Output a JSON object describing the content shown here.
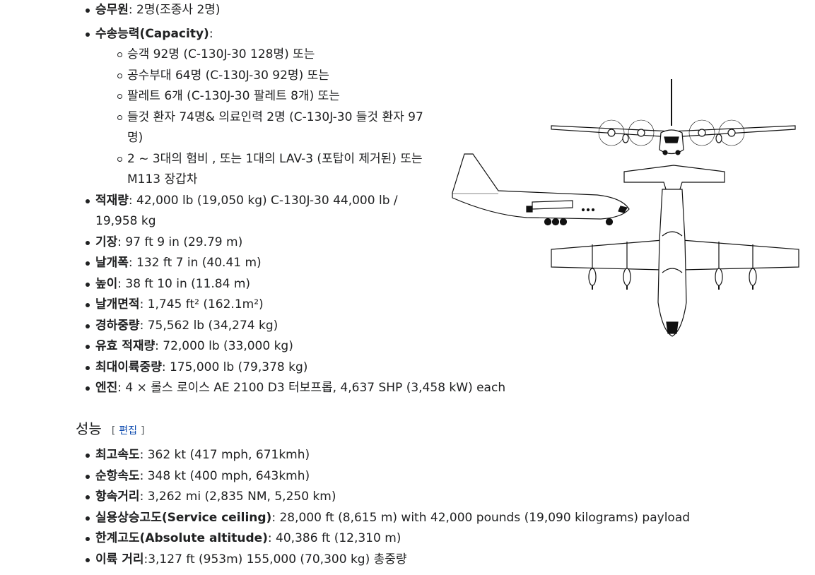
{
  "specs": {
    "crew": {
      "label": "승무원",
      "value": ": 2명(조종사 2명)"
    },
    "capacity": {
      "label": "수송능력(Capacity)",
      "value": ":"
    },
    "capacity_items": [
      "승객 92명 (C-130J-30 128명) 또는",
      "공수부대 64명 (C-130J-30 92명) 또는",
      "팔레트 6개 (C-130J-30 팔레트 8개) 또는",
      "들것 환자 74명& 의료인력 2명 (C-130J-30 들것 환자 97 명)",
      "2 ~ 3대의 험비 , 또는 1대의 LAV-3 (포탑이 제거된) 또는 M113 장갑차"
    ],
    "payload": {
      "label": "적재량",
      "value": ": 42,000 lb (19,050 kg) C-130J-30 44,000 lb / 19,958 kg"
    },
    "length": {
      "label": "기장",
      "value": ": 97 ft 9 in (29.79 m)"
    },
    "wingspan": {
      "label": "날개폭",
      "value": ": 132 ft 7 in (40.41 m)"
    },
    "height": {
      "label": "높이",
      "value": ": 38 ft 10 in (11.84 m)"
    },
    "wing_area": {
      "label": "날개면적",
      "value": ": 1,745 ft² (162.1m²)"
    },
    "empty_weight": {
      "label": "경하중량",
      "value": ": 75,562 lb (34,274 kg)"
    },
    "useful_load": {
      "label": "유효 적재량",
      "value": ": 72,000 lb (33,000 kg)"
    },
    "max_takeoff": {
      "label": "최대이륙중량",
      "value": ": 175,000 lb (79,378 kg)"
    },
    "engine": {
      "label": "엔진",
      "value": ": 4 × 롤스 로이스 AE 2100 D3 터보프롭, 4,637 SHP (3,458 kW) each"
    }
  },
  "performance": {
    "heading": "성능",
    "edit_open": "[",
    "edit_label": "편집",
    "edit_close": "]",
    "max_speed": {
      "label": "최고속도",
      "value": ": 362 kt (417 mph, 671kmh)"
    },
    "cruise_speed": {
      "label": "순항속도",
      "value": ": 348 kt (400 mph, 643kmh)"
    },
    "range": {
      "label": "항속거리",
      "value": ": 3,262 mi (2,835 NM, 5,250 km)"
    },
    "service_ceiling": {
      "label": "실용상승고도(Service ceiling)",
      "value": ": 28,000 ft (8,615 m) with 42,000 pounds (19,090 kilograms) payload"
    },
    "absolute_altitude": {
      "label": "한계고도(Absolute altitude)",
      "value": ": 40,386 ft (12,310 m)"
    },
    "takeoff_distance": {
      "label": "이륙 거리",
      "value": ":3,127 ft (953m) 155,000 (70,300 kg) 총중량"
    }
  }
}
